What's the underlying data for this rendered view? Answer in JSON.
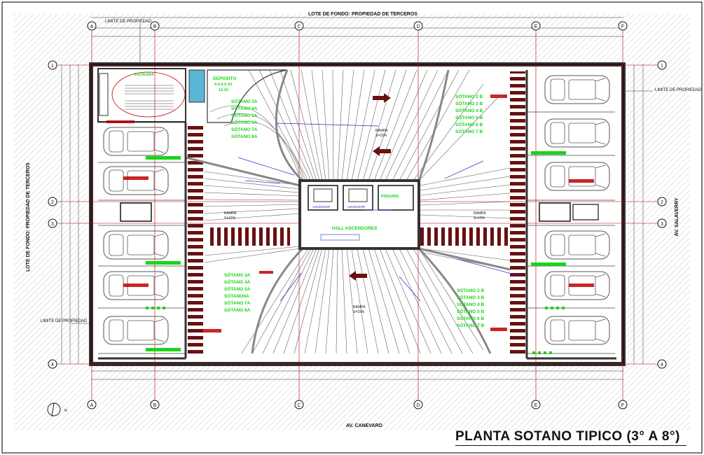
{
  "drawing": {
    "title": "PLANTA SOTANO TIPICO (3° A 8°)",
    "street_top": "LOTE DE FONDO: PROPIEDAD DE TERCEROS",
    "street_bottom": "AV. CANEVARO",
    "street_left": "LOTE DE FONDO: PROPIEDAD DE TERCEROS",
    "street_right": "AV. SALAVERRY",
    "property_limit_label": "LIMITE DE PROPIEDAD",
    "north_label": "N"
  },
  "grid": {
    "columns": [
      "A",
      "B",
      "C",
      "D",
      "E",
      "F"
    ],
    "rows": [
      "1",
      "2",
      "3",
      "4"
    ]
  },
  "rooms": {
    "deposit_label": "DEPOSITO",
    "deposit_area": "4.4-4.0-10",
    "deposit_level": "12.10",
    "stairs_label": "ESCALERA",
    "elevator_label": "ASCENSOR",
    "hall_label": "HALL ASCENSORES",
    "pressurized_label": "PRESURIZ."
  },
  "levels": {
    "upper_right": [
      "SÓTANO 2 B",
      "SÓTANO 3 B",
      "SÓTANO 4 B",
      "SÓTANO 5 B",
      "SÓTANO 6 B",
      "SÓTANO 7 B"
    ],
    "upper_center": [
      "SÓTANO 3A",
      "SÓTANO 4A",
      "SÓTANO 5A",
      "SÓTANO 6A",
      "SÓTANO 7A",
      "SÓTANO 8A"
    ],
    "lower_left": [
      "SÓTANO 3A",
      "SÓTANO 4A",
      "SÓTANO 5A",
      "SÓTANO6A",
      "SÓTANO 7A",
      "SÓTANO 8A"
    ],
    "lower_right": [
      "SÓTANO 2 B",
      "SÓTANO 3 B",
      "SÓTANO 4 B",
      "SÓTANO 5 B",
      "SÓTANO 6 B",
      "SÓTANO 7 B"
    ]
  },
  "ramps": {
    "label": "RAMPA",
    "slope_a": "S=15%",
    "slope_b": "S=15%"
  }
}
